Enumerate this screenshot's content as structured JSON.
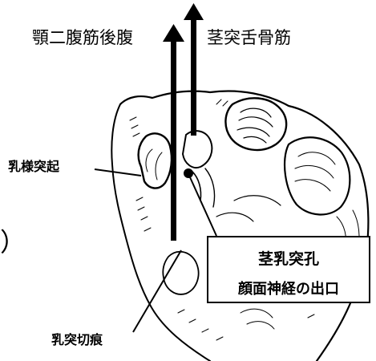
{
  "labels": {
    "top_left": "顎二腹筋後腹",
    "top_right": "茎突舌骨筋",
    "mastoid": "乳様突起",
    "bracket": "）",
    "groove": "乳突切痕"
  },
  "callout": {
    "title": "茎乳突孔",
    "subtitle": "顔面神経の出口"
  },
  "colors": {
    "ink": "#000000",
    "background": "#ffffff"
  }
}
